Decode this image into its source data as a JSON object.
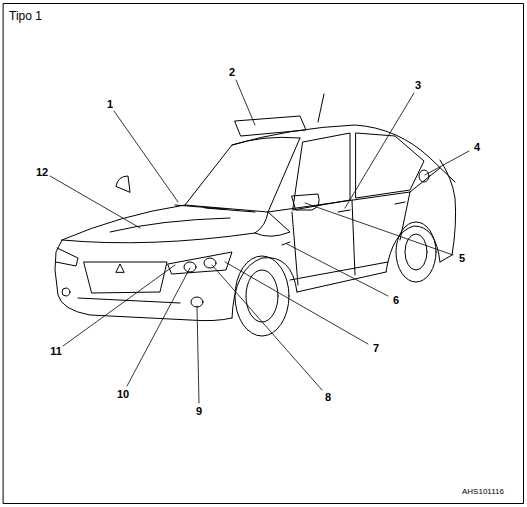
{
  "diagram": {
    "title": "Tipo 1",
    "labels": [
      "1",
      "2",
      "3",
      "4",
      "5",
      "6",
      "7",
      "8",
      "9",
      "10",
      "11",
      "12",
      "AHS101116"
    ]
  }
}
